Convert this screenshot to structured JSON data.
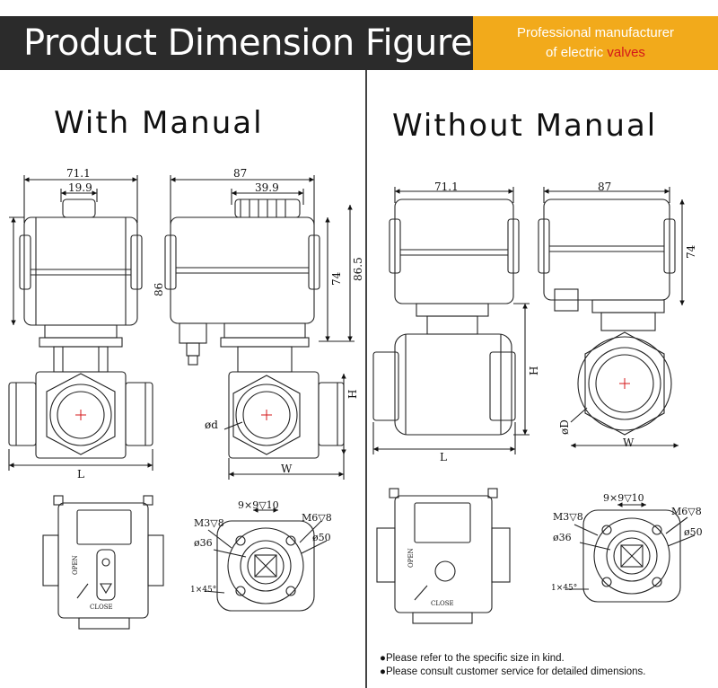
{
  "header": {
    "title": "Product Dimension Figure",
    "tagline_line1": "Professional manufacturer",
    "tagline_line2_prefix": "of electric ",
    "tagline_line2_accent": "valves"
  },
  "colors": {
    "banner_bg": "#2b2b2b",
    "tagline_bg": "#f2aa1b",
    "accent": "#d4181b"
  },
  "sections": {
    "with_manual": {
      "title": "With Manual",
      "dims": {
        "width_total": "71.1",
        "top_width": "19.9",
        "side_width": "87",
        "side_top": "39.9",
        "height_left": "86",
        "height_a": "74",
        "height_b": "86.5",
        "L": "L",
        "W": "W",
        "H": "H",
        "d": "ød"
      },
      "bottom": {
        "top_spec": "9×9▽10",
        "m3": "M3▽8",
        "m6": "M6▽8",
        "d36": "ø36",
        "d50": "ø50",
        "chamfer": "1×45°",
        "open": "OPEN",
        "close": "CLOSE"
      }
    },
    "without_manual": {
      "title": "Without Manual",
      "dims": {
        "width_total": "71.1",
        "side_width": "87",
        "height_a": "74",
        "L": "L",
        "W": "W",
        "H": "H",
        "D": "øD"
      },
      "bottom": {
        "top_spec": "9×9▽10",
        "m3": "M3▽8",
        "m6": "M6▽8",
        "d36": "ø36",
        "d50": "ø50",
        "chamfer": "1×45°",
        "open": "OPEN",
        "close": "CLOSE"
      }
    }
  },
  "notes": [
    "●Please refer to the specific size in kind.",
    "●Please consult customer service for detailed dimensions."
  ]
}
